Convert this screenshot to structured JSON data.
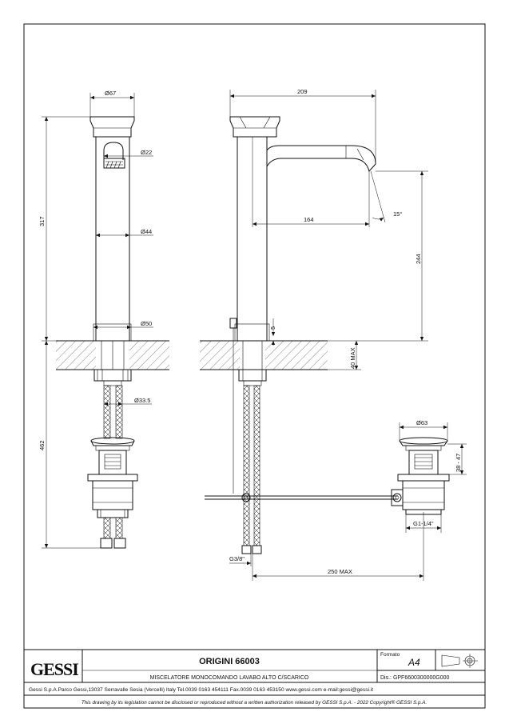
{
  "drawing": {
    "dimensions": {
      "d67": "Ø67",
      "d22": "Ø22",
      "d44": "Ø44",
      "d50": "Ø50",
      "d33_5": "Ø33.5",
      "h317": "317",
      "h462": "462",
      "w209": "209",
      "w164": "164",
      "angle15": "15°",
      "h244": "244",
      "s5": "5",
      "max40": "40 MAX",
      "d63": "Ø63",
      "h38_47": "38 - 47",
      "g1_14": "G1-1/4\"",
      "g3_8": "G3/8\"",
      "max250": "250 MAX"
    }
  },
  "title_block": {
    "logo": "GESSI",
    "product_title": "ORIGINI 66003",
    "description": "MISCELATORE MONOCOMANDO LAVABO ALTO C/SCARICO",
    "format_label": "Formato",
    "format_value": "A4",
    "drawing_number": "Dis.: GPF6600300000G000",
    "company_address": "Gessi S.p.A.Parco Gessi,13037 Serravalle Sesia (Vercelli) Italy Tel.0039 0163 454111 Fax.0039 0163 453150 www.gessi.com e-mail:gessi@gessi.it",
    "disclaimer": "This drawing by its legislation cannot be disclosed or reproduced without a written authorization released by GESSI S.p.A. - 2022 Copyright® GESSI S.p.A."
  }
}
